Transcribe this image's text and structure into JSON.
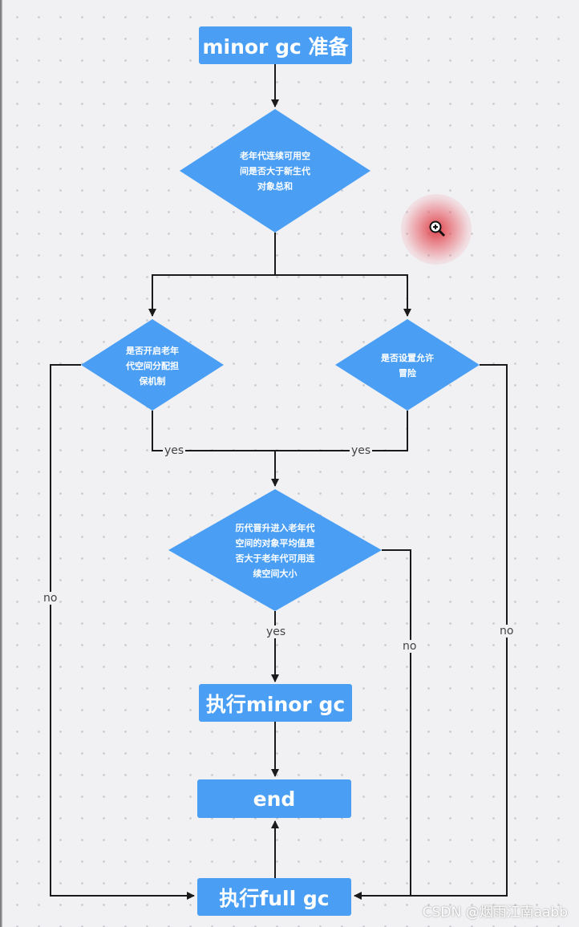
{
  "nodes": {
    "start": "minor gc 准备",
    "d1": [
      "老年代连续可用空",
      "间是否大于新生代",
      "对象总和"
    ],
    "d2": [
      "是否开启老年",
      "代空间分配担",
      "保机制"
    ],
    "d3": [
      "是否设置允许",
      "冒险"
    ],
    "d4": [
      "历代晋升进入老年代",
      "空间的对象平均值是",
      "否大于老年代可用连",
      "续空间大小"
    ],
    "minor": "执行minor gc",
    "end": "end",
    "full": "执行full gc"
  },
  "labels": {
    "yes_left": "yes",
    "yes_right": "yes",
    "yes_mid": "yes",
    "no_left": "no",
    "no_mid": "no",
    "no_right": "no"
  },
  "watermark": "CSDN @烟雨江南aabb",
  "colors": {
    "node": "#4a9ff5",
    "edge": "#1a1a1a",
    "background": "#f1f1f3"
  }
}
